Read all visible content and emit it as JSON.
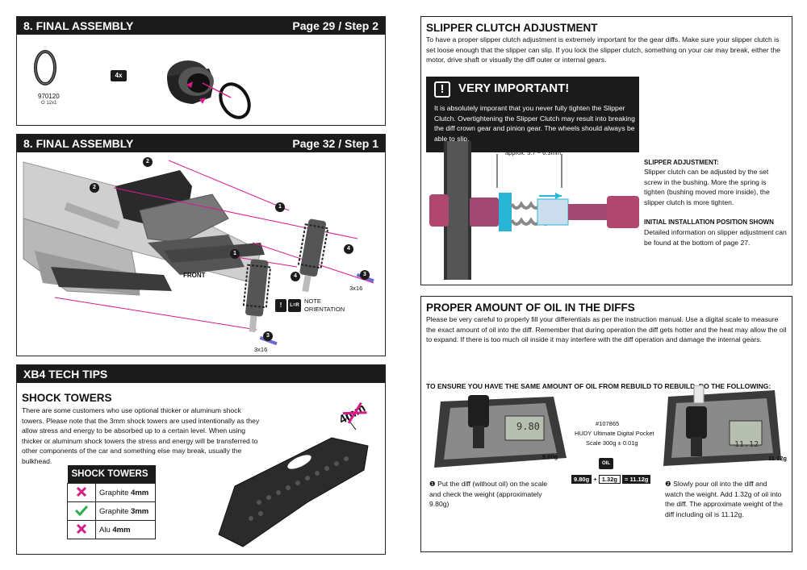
{
  "top_left": {
    "title_left": "8. FINAL ASSEMBLY",
    "title_right": "Page 29 / Step 2",
    "part_number": "970120",
    "part_spec": "O 12x1",
    "quantity": "4x"
  },
  "mid_left": {
    "title_left": "8. FINAL ASSEMBLY",
    "title_right": "Page 32 / Step 1",
    "callouts": [
      "2",
      "2",
      "1",
      "1",
      "4",
      "4",
      "3",
      "3"
    ],
    "screw_labels": [
      "3x16",
      "3x16"
    ],
    "front_label": "FRONT",
    "note_label": "NOTE\nORIENTATION",
    "note_icon": "L=R"
  },
  "tech_tips": {
    "header": "XB4 TECH TIPS",
    "section_title": "SHOCK TOWERS",
    "body": "There are some customers who use optional thicker or aluminum shock towers. Please note that the 3mm shock towers are used intentionally as they allow stress and energy to be absorbed up to a certain level. When using thicker or aluminum shock towers the stress and energy will be transferred to other components of the car and something else may break, usually the bulkhead.",
    "table_title": "SHOCK TOWERS",
    "rows": [
      {
        "icon": "cross-icon",
        "material": "Graphite ",
        "thickness": "4mm"
      },
      {
        "icon": "check-icon",
        "material": "Graphite ",
        "thickness": "3mm"
      },
      {
        "icon": "cross-icon",
        "material": "Alu ",
        "thickness": "4mm"
      }
    ],
    "stamp": "4mm"
  },
  "slipper": {
    "title": "SLIPPER CLUTCH ADJUSTMENT",
    "body": "To have a proper slipper clutch adjustment is extremely important for the gear diffs. Make sure your slipper clutch is set loose enough that the slipper can slip. If you lock the slipper clutch, something on your car may break, either the motor, drive shaft or visually the diff outer or internal gears.",
    "important_title": "VERY IMPORTANT!",
    "important_mark": "!",
    "important_body": "It is absolutely imporant that you never fully tighten the Slipper Clutch. Overtightening the Slipper Clutch may result into breaking the diff crown gear and pinion gear. The wheels should always be able to slip.",
    "measure": "approx. 5.7 ~ 6.3mm",
    "adj_title": "SLIPPER ADJUSTMENT:",
    "adj_body": "Slipper clutch can be adjusted by the set screw in the bushing. More the spring is tighten (bushing moved more inside), the slipper clutch is more tighten.",
    "init_title": "INITIAL INSTALLATION POSITION SHOWN",
    "init_body": "Detailed information on slipper adjustment can be found at the bottom of page 27."
  },
  "oil": {
    "title": "PROPER AMOUNT OF OIL IN THE DIFFS",
    "body": "Please be very careful to properly fill your differentials as per the instruction manual. Use a digital scale to measure the exact amount of oil into the diff. Remember that during operation the diff gets hotter and the heat may allow the oil to expand. If there is too much oil inside it may interfere with the diff operation and damage the internal gears.",
    "instruction": "TO ENSURE YOU HAVE THE SAME AMOUNT OF OIL FROM REBUILD TO REBUILD, DO THE FOLLOWING:",
    "scale_part": "#107865",
    "scale_name": "HUDY Ultimate Digital Pocket",
    "scale_spec": "Scale 300g ± 0.01g",
    "weight_left": "9.80g",
    "weight_right": "11.12g",
    "display_left": "9.80",
    "display_right": "11.12",
    "eq_a": "9.80g",
    "eq_plus": "+",
    "eq_b": "1.32g",
    "eq_result": "= 11.12g",
    "oil_icon": "OIL",
    "step1": "❶ Put the diff (without oil) on the scale and check the weight (approximately 9.80g)",
    "step2": "❷ Slowly pour oil into the diff and watch the weight. Add 1.32g of oil into the diff. The approximate weight of the diff including oil is 11.12g."
  },
  "colors": {
    "accent_magenta": "#d81b8a",
    "accent_cyan": "#29b6d6",
    "header_bg": "#1b1b1b",
    "check_green": "#2eae4b"
  }
}
